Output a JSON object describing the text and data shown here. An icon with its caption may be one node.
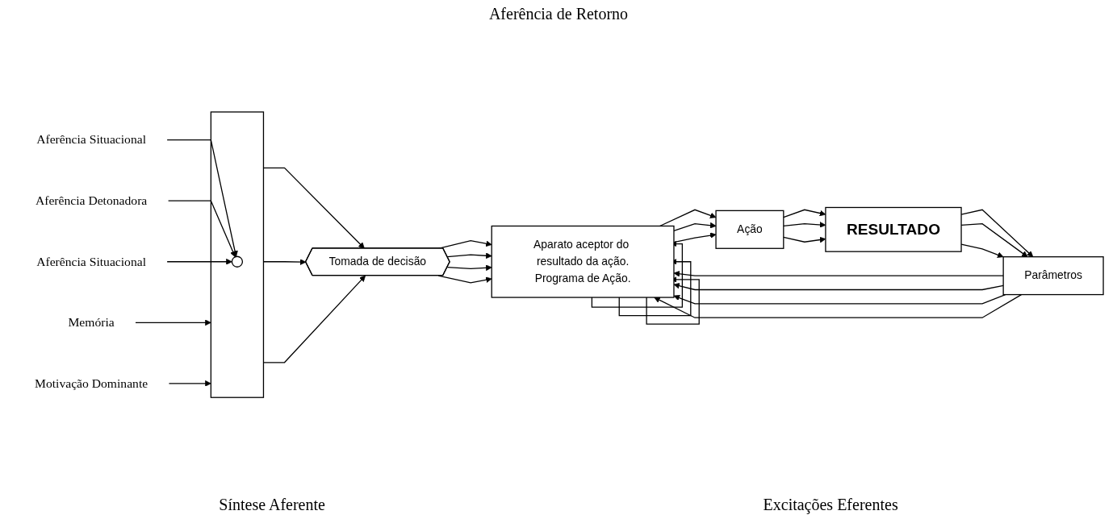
{
  "diagram": {
    "nodes": [
      {
        "text": [
          "Memória"
        ]
      },
      {
        "text": [
          "Aferência Situacional"
        ]
      },
      {
        "text": [
          "Aferência Detonadora"
        ]
      },
      {
        "text": [
          "Aferência Situacional"
        ]
      },
      {
        "text": [],
        "shape": "box"
      },
      {
        "text": [],
        "shape": "circle",
        "in": 4
      },
      {
        "text": [
          "Motivação Dominante"
        ]
      },
      {
        "text": [
          "Tomada de decisão"
        ]
      },
      {
        "text": [
          "Aparato aceptor do resultado da ação.",
          "Programa de Ação."
        ]
      },
      {
        "text": [
          "Parâmetros"
        ]
      },
      {
        "text": [
          "RESULTADO"
        ]
      },
      {
        "text": [
          "Ação"
        ]
      }
    ],
    "edges": [
      {
        "from": 0,
        "to": 4,
        "arrow": "to"
      },
      {
        "from": 1,
        "to": 5,
        "arrow": "to"
      },
      {
        "from": 2,
        "to": 5,
        "arrow": "to"
      },
      {
        "from": 3,
        "to": 5,
        "arrow": "to"
      },
      {
        "from": 6,
        "to": 4,
        "arrow": "to"
      },
      {
        "from": 4,
        "to": 7,
        "arrow": "to"
      },
      {
        "from": 4,
        "to": 7,
        "arrow": "to"
      },
      {
        "from": 4,
        "to": 7,
        "arrow": "to"
      },
      {
        "from": 7,
        "to": 8,
        "arrow": "to"
      },
      {
        "from": 7,
        "to": 8,
        "arrow": "to"
      },
      {
        "from": 7,
        "to": 8,
        "arrow": "to"
      },
      {
        "from": 7,
        "to": 8,
        "arrow": "to"
      },
      {
        "from": 9,
        "to": 8,
        "arrow": "to"
      },
      {
        "from": 9,
        "to": 8,
        "arrow": "to"
      },
      {
        "from": 9,
        "to": 8,
        "arrow": "to"
      },
      {
        "from": 9,
        "to": 8,
        "arrow": "to"
      },
      {
        "from": 8,
        "to": 8,
        "arrow": "to"
      },
      {
        "from": 8,
        "to": 8,
        "arrow": "to"
      },
      {
        "from": 8,
        "to": 8,
        "arrow": "to"
      },
      {
        "from": 8,
        "to": 11,
        "arrow": "to"
      },
      {
        "from": 8,
        "to": 11,
        "arrow": "to"
      },
      {
        "from": 8,
        "to": 11,
        "arrow": "to"
      },
      {
        "from": 11,
        "to": 10,
        "arrow": "to"
      },
      {
        "from": 11,
        "to": 10,
        "arrow": "to"
      },
      {
        "from": 11,
        "to": 10,
        "arrow": "to"
      },
      {
        "from": 10,
        "to": 9,
        "arrow": "to"
      },
      {
        "from": 10,
        "to": 9,
        "arrow": "to"
      },
      {
        "from": 10,
        "to": 9,
        "arrow": "to"
      }
    ],
    "labels": [
      "Aferência de Retorno",
      "Síntese Aferente",
      "Excitações Eferentes"
    ]
  }
}
